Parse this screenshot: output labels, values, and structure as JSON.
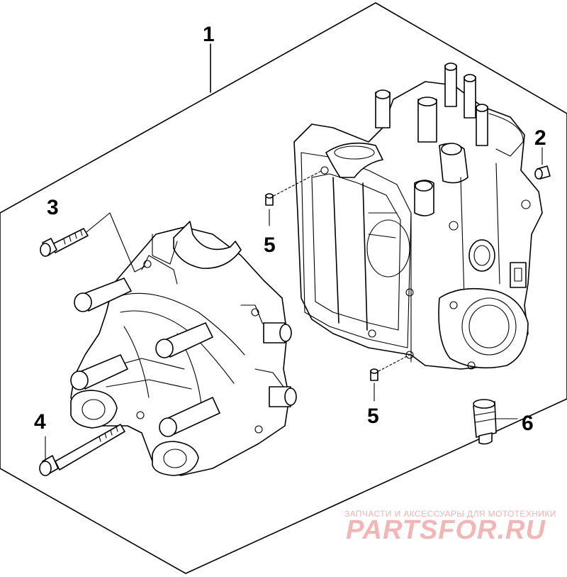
{
  "callouts": {
    "c1": "1",
    "c2": "2",
    "c3": "3",
    "c4": "4",
    "c5a": "5",
    "c5b": "5",
    "c6": "6"
  },
  "watermark": {
    "tagline": "ЗАПЧАСТИ И АКСЕССУАРЫ ДЛЯ МОТОТЕХНИКИ",
    "logo": "PARTSFOR.RU"
  },
  "colors": {
    "ink": "#000000",
    "watermark": "#f3b6b6"
  }
}
